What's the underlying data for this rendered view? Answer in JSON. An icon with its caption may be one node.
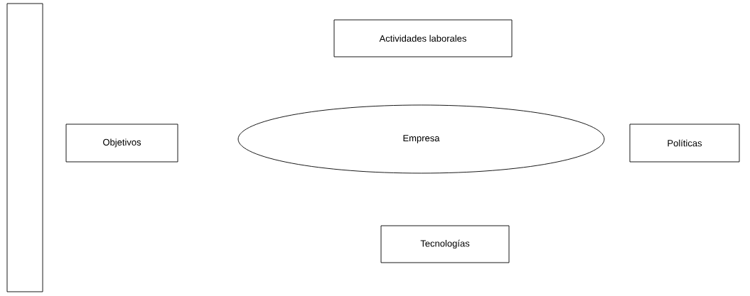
{
  "diagram": {
    "nodes": [
      {
        "text": [],
        "shape": "box"
      },
      {
        "text": [
          "Actividades laborales"
        ]
      },
      {
        "text": [
          "Objetivos"
        ]
      },
      {
        "text": [
          "Empresa"
        ]
      },
      {
        "text": [
          "Políticas"
        ]
      },
      {
        "text": [
          "Tecnologías"
        ]
      }
    ]
  }
}
